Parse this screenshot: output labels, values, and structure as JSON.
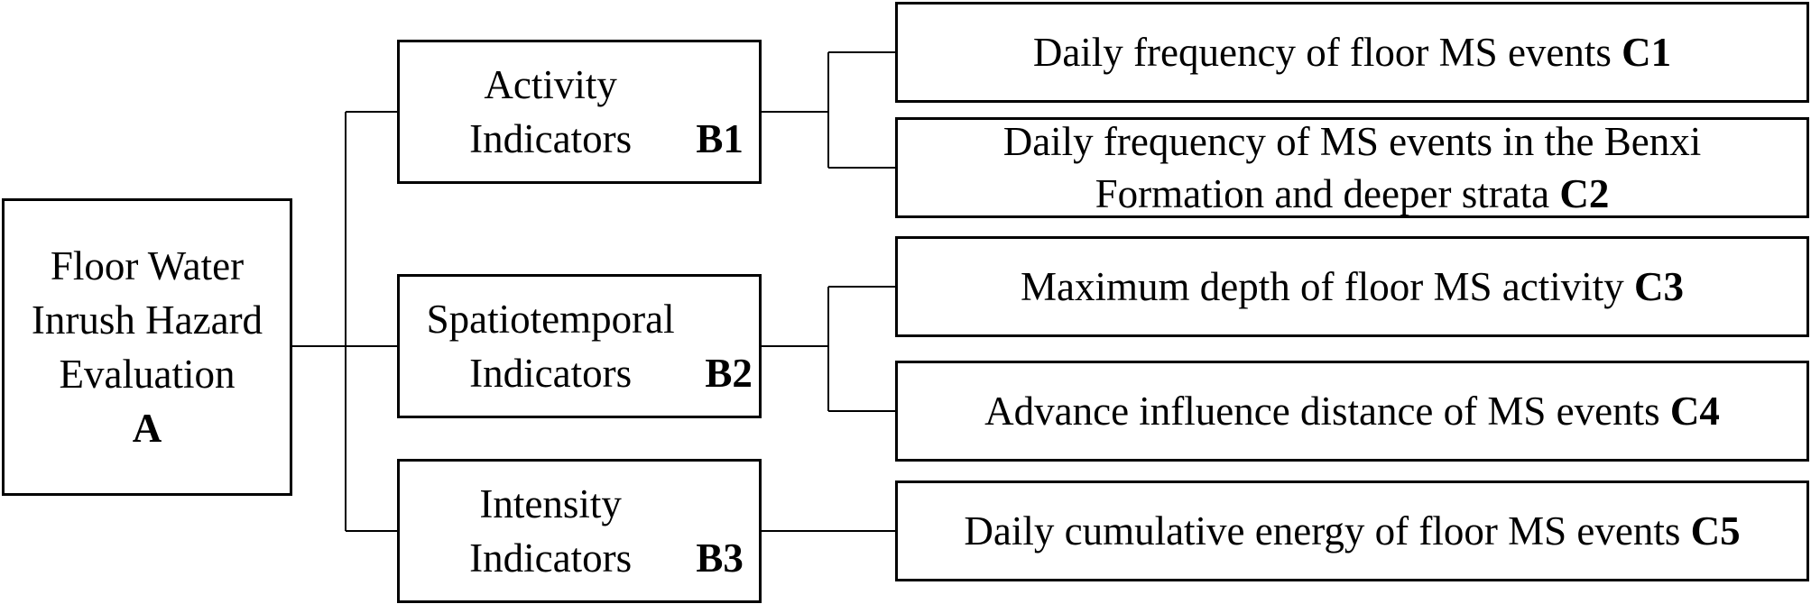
{
  "root": {
    "label": "Floor Water Inrush Hazard Evaluation",
    "code": "A"
  },
  "criteria": [
    {
      "label": "Activity Indicators",
      "code": "B1"
    },
    {
      "label": "Spatiotemporal Indicators",
      "code": "B2"
    },
    {
      "label": "Intensity Indicators",
      "code": "B3"
    }
  ],
  "indicators": [
    {
      "label": "Daily frequency of floor MS events",
      "code": "C1",
      "parent": "B1"
    },
    {
      "label": "Daily frequency of MS events in the Benxi Formation and deeper strata",
      "code": "C2",
      "parent": "B1"
    },
    {
      "label": "Maximum depth of floor MS activity",
      "code": "C3",
      "parent": "B2"
    },
    {
      "label": "Advance influence distance of MS events",
      "code": "C4",
      "parent": "B2"
    },
    {
      "label": "Daily cumulative energy of floor MS events",
      "code": "C5",
      "parent": "B3"
    }
  ]
}
